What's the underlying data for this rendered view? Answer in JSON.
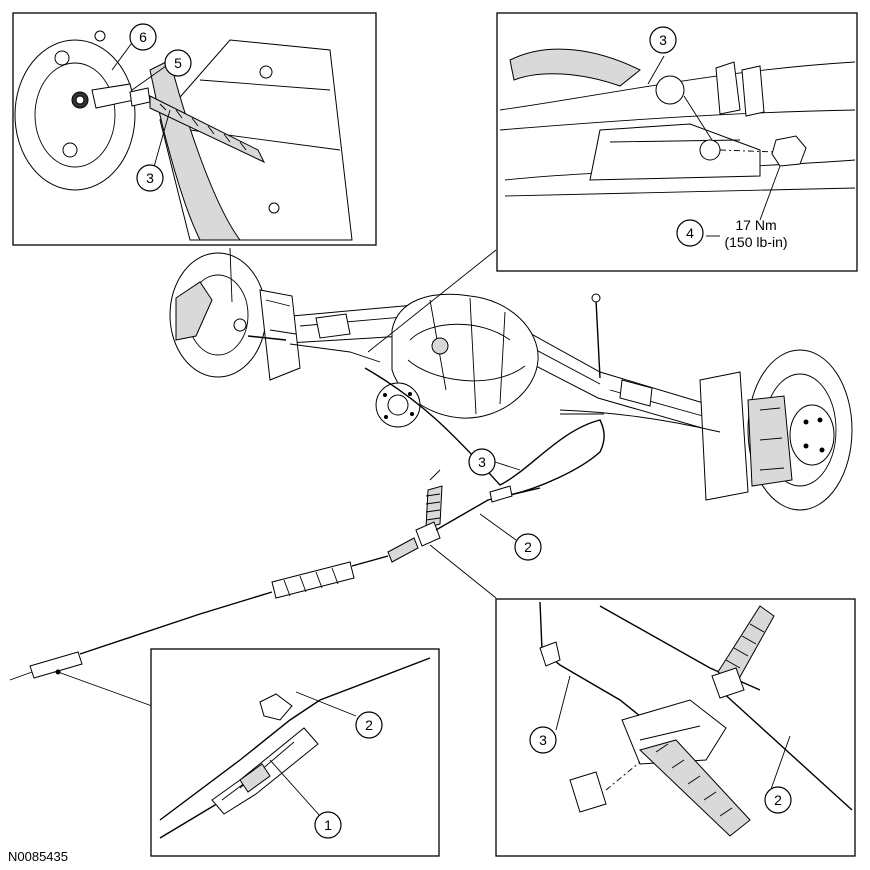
{
  "figure_id": "N0085435",
  "torque": {
    "metric": "17 Nm",
    "imperial": "(150 lb-in)"
  },
  "callouts": {
    "c1": "1",
    "c2": "2",
    "c3": "3",
    "c4": "4",
    "c5": "5",
    "c6": "6"
  }
}
